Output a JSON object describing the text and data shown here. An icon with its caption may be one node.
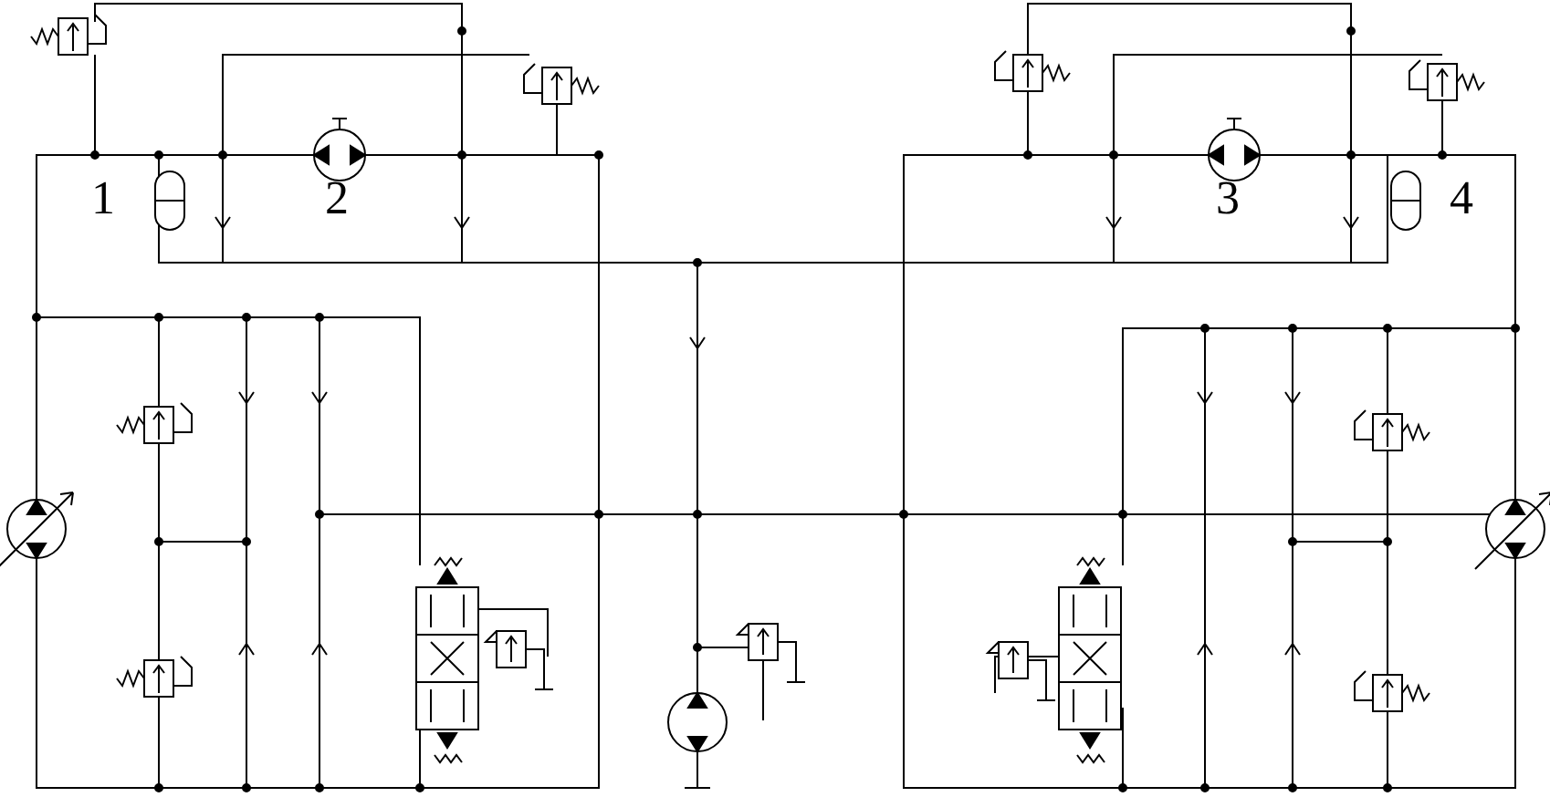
{
  "diagram": {
    "labels": [
      "1",
      "2",
      "3",
      "4"
    ]
  }
}
